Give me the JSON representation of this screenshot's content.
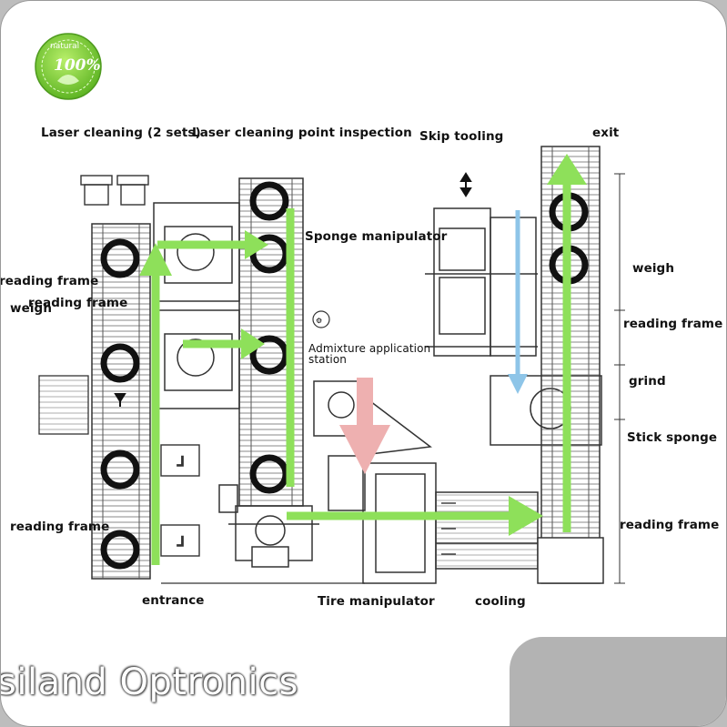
{
  "badge": {
    "top_text": "natural",
    "percent": "100%"
  },
  "labels": {
    "laser_cleaning": "Laser cleaning (2 sets)",
    "laser_inspection": "Laser cleaning point inspection",
    "skip_tooling": "Skip tooling",
    "exit": "exit",
    "sponge_manipulator": "Sponge manipulator",
    "weigh_right": "weigh",
    "reading_frame_right_top": "reading frame",
    "grind": "grind",
    "stick_sponge": "Stick sponge",
    "reading_frame_right_bottom": "reading frame",
    "reading_frame_left_1": "reading frame",
    "reading_frame_left_2": "reading frame",
    "weigh_left": "weigh",
    "admixture_line1": "Admixture application",
    "admixture_line2": "station",
    "reading_frame_left_bottom": "reading frame",
    "entrance": "entrance",
    "tire_manipulator": "Tire manipulator",
    "cooling": "cooling"
  },
  "brand": "siland Optronics",
  "colors": {
    "flow_arrow": "#8ee05a",
    "down_arrow_blue": "#8ec5e8",
    "down_arrow_pink": "#eeb0b0",
    "badge_green": "#7cd13a"
  }
}
